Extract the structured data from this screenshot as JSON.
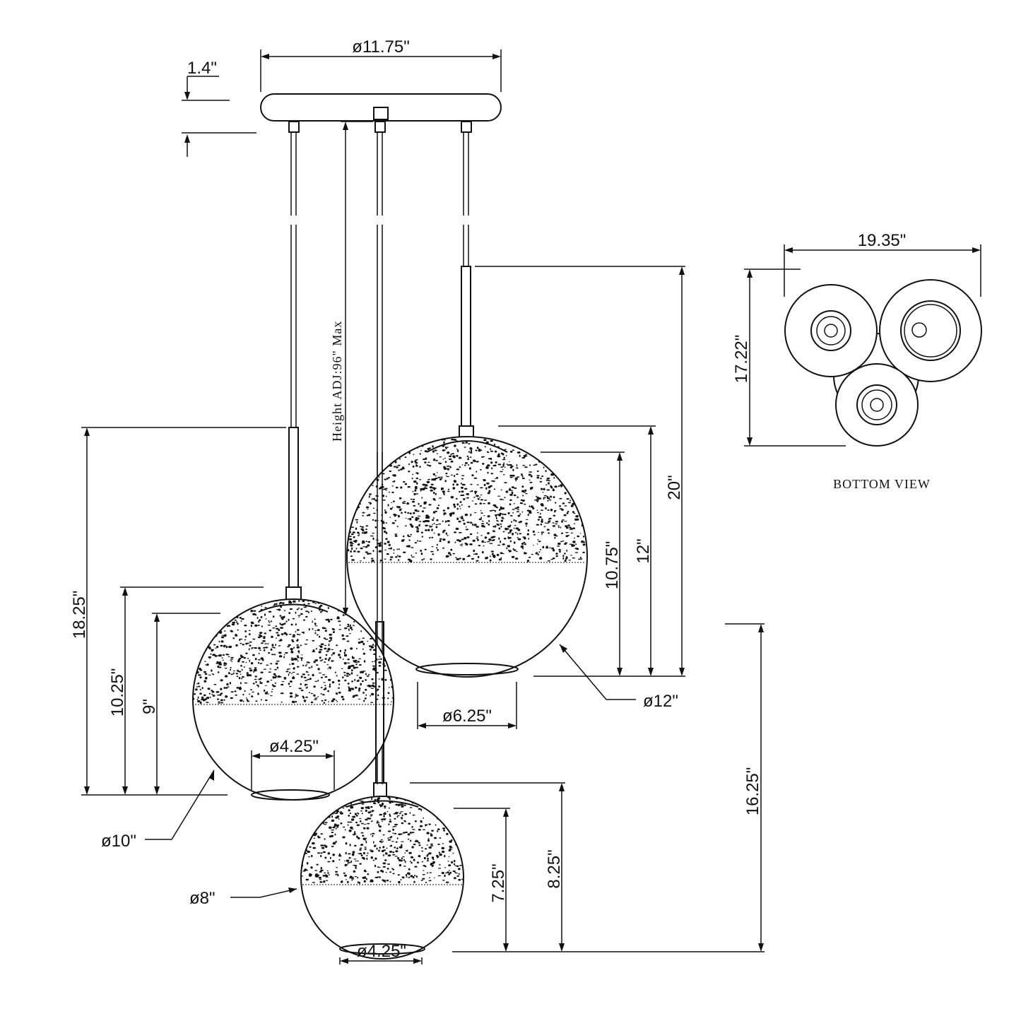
{
  "labels": {
    "canopy_diameter": "ø11.75\"",
    "canopy_height": "1.4\"",
    "height_adjust": "Height ADJ:96\" Max",
    "bottom_width": "19.35\"",
    "bottom_depth": "17.22\"",
    "bottom_view": "BOTTOM VIEW",
    "large_drop": "20\"",
    "large_globe_height": "12\"",
    "large_glass_height": "10.75\"",
    "large_diameter": "ø12\"",
    "large_opening": "ø6.25\"",
    "medium_drop": "18.25\"",
    "medium_globe_height": "10.25\"",
    "medium_glass_height": "9\"",
    "medium_diameter": "ø10\"",
    "medium_opening": "ø4.25\"",
    "small_drop": "16.25\"",
    "small_globe_height": "8.25\"",
    "small_glass_height": "7.25\"",
    "small_diameter": "ø8\"",
    "small_opening": "ø4.25\""
  }
}
